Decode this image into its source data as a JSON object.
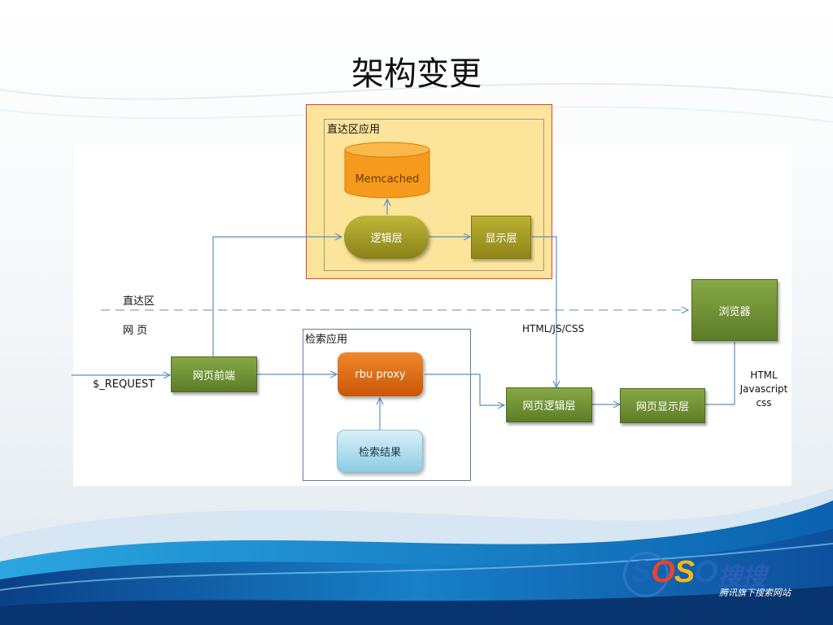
{
  "title": "架构变更",
  "zones": {
    "direct_app": "直达区应用",
    "direct_area": "直达区",
    "web_area": "网 页",
    "search_app": "检索应用"
  },
  "nodes": {
    "memcached": "Memcached",
    "logic_layer": "逻辑层",
    "display_layer": "显示层",
    "browser": "浏览器",
    "web_frontend": "网页前端",
    "rbu_proxy": "rbu proxy",
    "search_results": "检索结果",
    "web_logic_layer": "网页逻辑层",
    "web_display_layer": "网页显示层"
  },
  "edge_labels": {
    "request": "$_REQUEST",
    "html_js_css": "HTML/JS/CSS",
    "browser_html": "HTML",
    "browser_js": "Javascript",
    "browser_css": "css"
  },
  "logo": {
    "text_part1": "S",
    "text_part2": "O",
    "text_part3": "S",
    "text_part4": "O",
    "chinese": "搜搜",
    "tagline": "腾讯旗下搜索网站"
  },
  "colors": {
    "zone_fill": "#fde49b",
    "zone_border": "#d9433a",
    "line": "#5b8fc0",
    "dashed_line": "#7fa3c6"
  }
}
